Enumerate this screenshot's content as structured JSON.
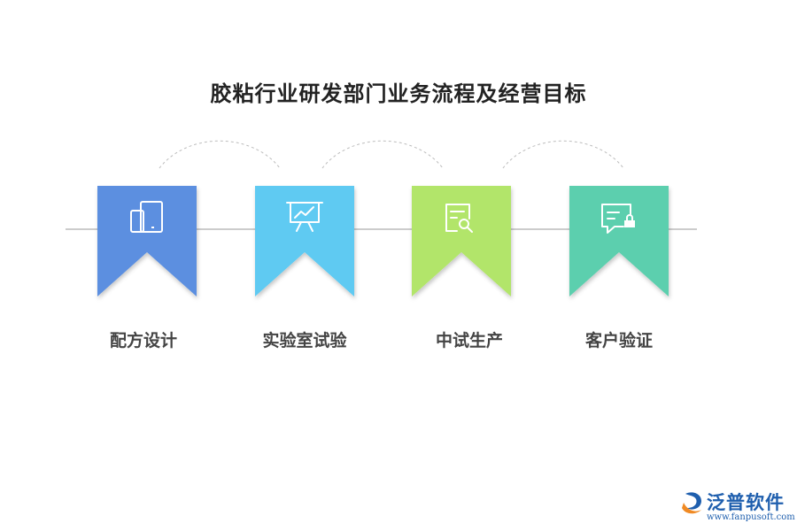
{
  "title": "胶粘行业研发部门业务流程及经营目标",
  "steps": [
    {
      "label": "配方设计",
      "icon": "devices-icon",
      "color": "#5b8fe0"
    },
    {
      "label": "实验室试验",
      "icon": "presentation-chart-icon",
      "color": "#5ecaf2"
    },
    {
      "label": "中试生产",
      "icon": "document-search-icon",
      "color": "#b2e56a"
    },
    {
      "label": "客户验证",
      "icon": "chat-lock-icon",
      "color": "#5bcfae"
    }
  ],
  "logo": {
    "name": "泛普软件",
    "url": "www.fanpusoft.com"
  }
}
